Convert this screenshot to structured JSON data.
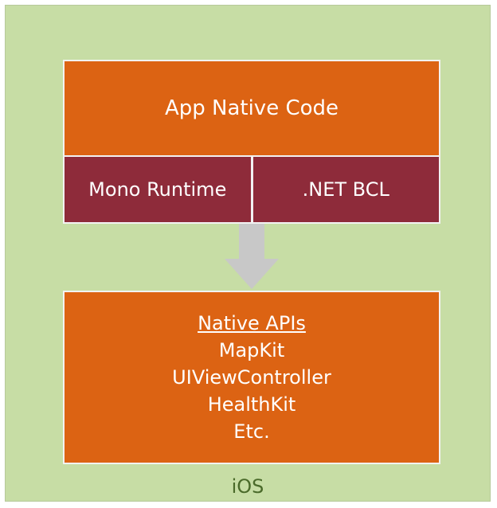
{
  "diagram": {
    "app_native_code": "App Native Code",
    "mono_runtime": "Mono Runtime",
    "net_bcl": ".NET BCL",
    "native_apis": {
      "heading": "Native APIs",
      "items": [
        "MapKit",
        "UIViewController",
        "HealthKit",
        "Etc."
      ]
    },
    "platform_label": "iOS"
  },
  "colors": {
    "platform_bg": "#c7dda5",
    "orange": "#dc6313",
    "maroon": "#8e2b3a",
    "arrow": "#c8c8c8"
  }
}
